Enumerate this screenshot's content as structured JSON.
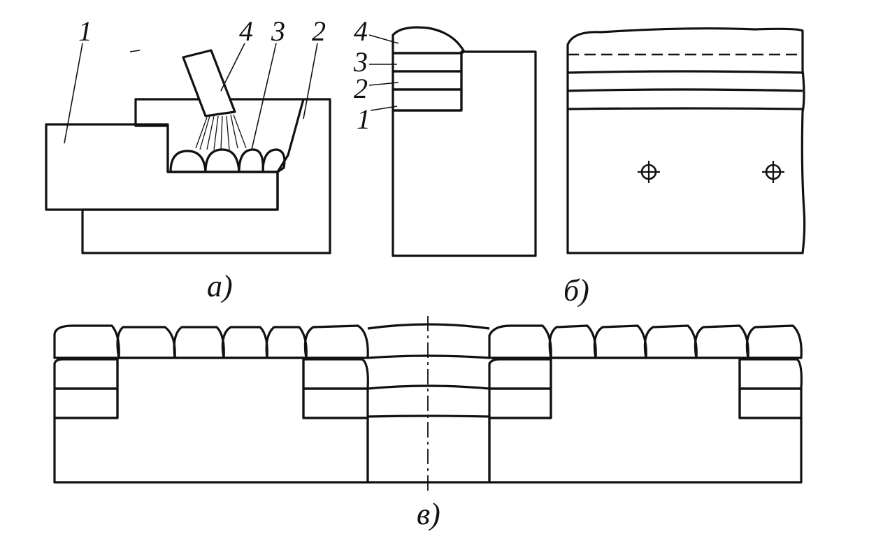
{
  "figure_a": {
    "labels": {
      "part1": "1",
      "part2": "2",
      "layer3": "3",
      "electrode4": "4"
    },
    "caption": "а)"
  },
  "figure_b": {
    "labels": {
      "layer1": "1",
      "layer2": "2",
      "layer3": "3",
      "layer4": "4"
    },
    "caption": "б)"
  },
  "figure_c": {
    "caption": "в)"
  },
  "colors": {
    "ink": "#111111",
    "paper": "#ffffff"
  }
}
